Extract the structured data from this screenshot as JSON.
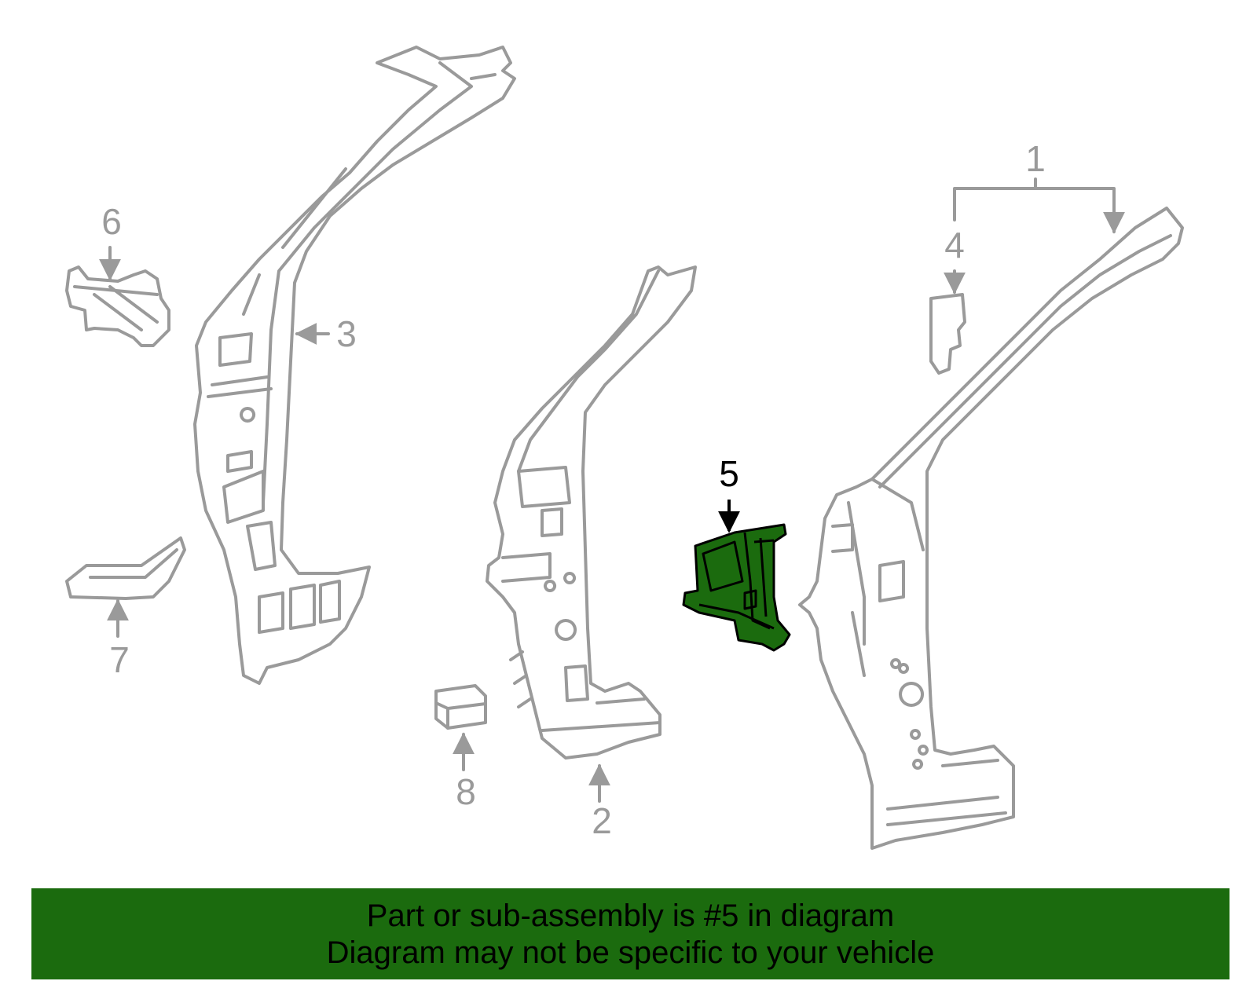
{
  "diagram": {
    "callouts": [
      "1",
      "2",
      "3",
      "4",
      "5",
      "6",
      "7",
      "8"
    ],
    "highlighted_part": "5",
    "colors": {
      "outline": "#9a9a9a",
      "highlight_fill": "#1b6b0e",
      "highlight_outline": "#000000",
      "banner_background": "#1b6b0e",
      "banner_text": "#000000"
    }
  },
  "banner": {
    "line1": "Part or sub-assembly is #5 in diagram",
    "line2": "Diagram may not be specific to your vehicle"
  }
}
